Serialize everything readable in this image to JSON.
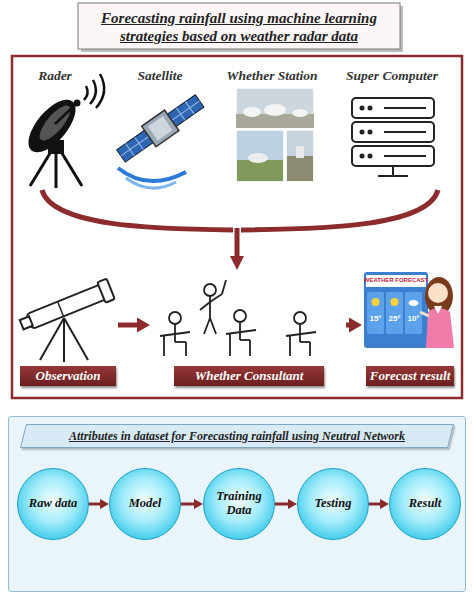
{
  "diagram": {
    "title": "Forecasting rainfall using machine learning strategies based on weather radar data",
    "nodes": [
      {
        "text": [
          "Observation"
        ]
      },
      {
        "text": [
          "Whether Consultant"
        ]
      },
      {
        "text": [
          "Forecast result"
        ]
      },
      {
        "text": [
          "Attributes in dataset for Forecasting rainfall using Neutral Network"
        ]
      },
      {
        "text": [
          "Raw data"
        ],
        "in": 3
      },
      {
        "text": [
          "Model"
        ],
        "in": 3
      },
      {
        "text": [
          "Training Data"
        ],
        "in": 3
      },
      {
        "text": [
          "Testing"
        ],
        "in": 3
      },
      {
        "text": [
          "Result"
        ],
        "in": 3
      }
    ],
    "edges": [
      {
        "from": 0,
        "to": 1,
        "arrow": "to"
      },
      {
        "from": 1,
        "to": 2,
        "arrow": "to"
      },
      {
        "from": 4,
        "to": 5,
        "arrow": "to"
      },
      {
        "from": 5,
        "to": 6,
        "arrow": "to"
      },
      {
        "from": 6,
        "to": 7,
        "arrow": "to"
      },
      {
        "from": 7,
        "to": 8,
        "arrow": "to"
      }
    ],
    "labels": [
      "Rader",
      "Satellite",
      "Whether Station",
      "Super Computer",
      "WEATHER FORECAST",
      "15°",
      "25°",
      "10°"
    ]
  }
}
